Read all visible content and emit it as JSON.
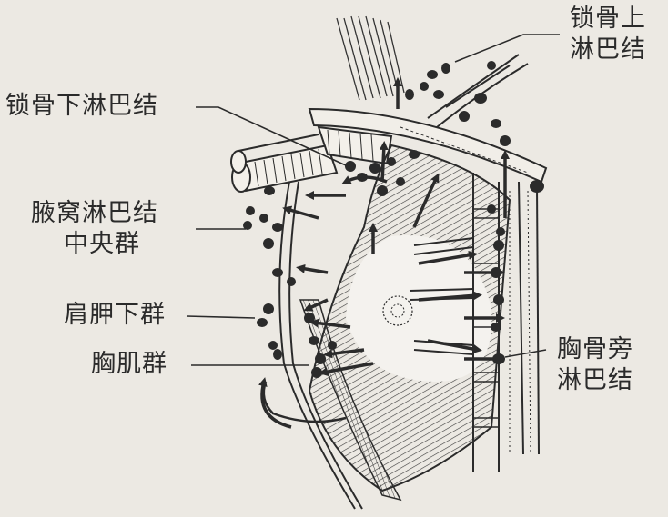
{
  "labels": {
    "supraclavicular": [
      "锁骨上",
      "淋巴结"
    ],
    "infraclavicular": "锁骨下淋巴结",
    "axillary_central": [
      "腋窝淋巴结",
      "中央群"
    ],
    "subscapular": "肩胛下群",
    "pectoral": "胸肌群",
    "parasternal": [
      "胸骨旁",
      "淋巴结"
    ]
  },
  "colors": {
    "ink": "#2b2b2b",
    "paper": "#ece9e3"
  }
}
